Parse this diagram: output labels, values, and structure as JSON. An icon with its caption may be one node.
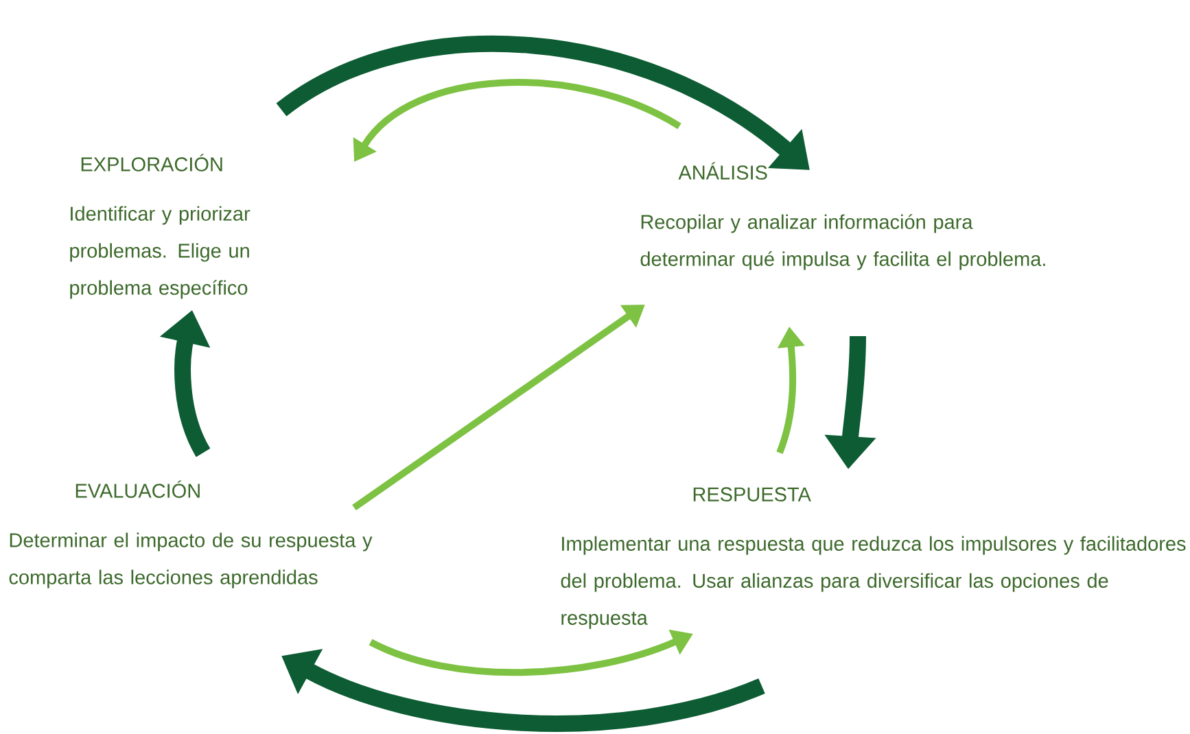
{
  "diagram": {
    "nodes": [
      {
        "text": [
          "EXPLORACIÓN",
          "Identificar y priorizar problemas. Elige un problema específico"
        ]
      },
      {
        "text": [
          "ANÁLISIS",
          "Recopilar y analizar información para determinar qué impulsa y facilita el problema."
        ]
      },
      {
        "text": [
          "RESPUESTA",
          "Implementar una respuesta que reduzca los impulsores y facilitadores del problema. Usar alianzas para diversificar las opciones de respuesta"
        ]
      },
      {
        "text": [
          "EVALUACIÓN",
          "Determinar el impacto de su respuesta y comparta las lecciones aprendidas"
        ]
      }
    ],
    "edges": [
      {
        "from": 0,
        "to": 1,
        "arrow": "to",
        "style": "thick",
        "color": "#0d5c33"
      },
      {
        "from": 1,
        "to": 0,
        "arrow": "to",
        "color": "#7dc242"
      },
      {
        "from": 1,
        "to": 2,
        "arrow": "to",
        "style": "thick",
        "color": "#0d5c33"
      },
      {
        "from": 2,
        "to": 1,
        "arrow": "to",
        "color": "#7dc242"
      },
      {
        "from": 2,
        "to": 3,
        "arrow": "to",
        "style": "thick",
        "color": "#0d5c33"
      },
      {
        "from": 3,
        "to": 2,
        "arrow": "to",
        "color": "#7dc242"
      },
      {
        "from": 3,
        "to": 0,
        "arrow": "to",
        "style": "thick",
        "color": "#0d5c33"
      },
      {
        "from": 3,
        "to": 1,
        "arrow": "to",
        "color": "#7dc242"
      }
    ]
  }
}
